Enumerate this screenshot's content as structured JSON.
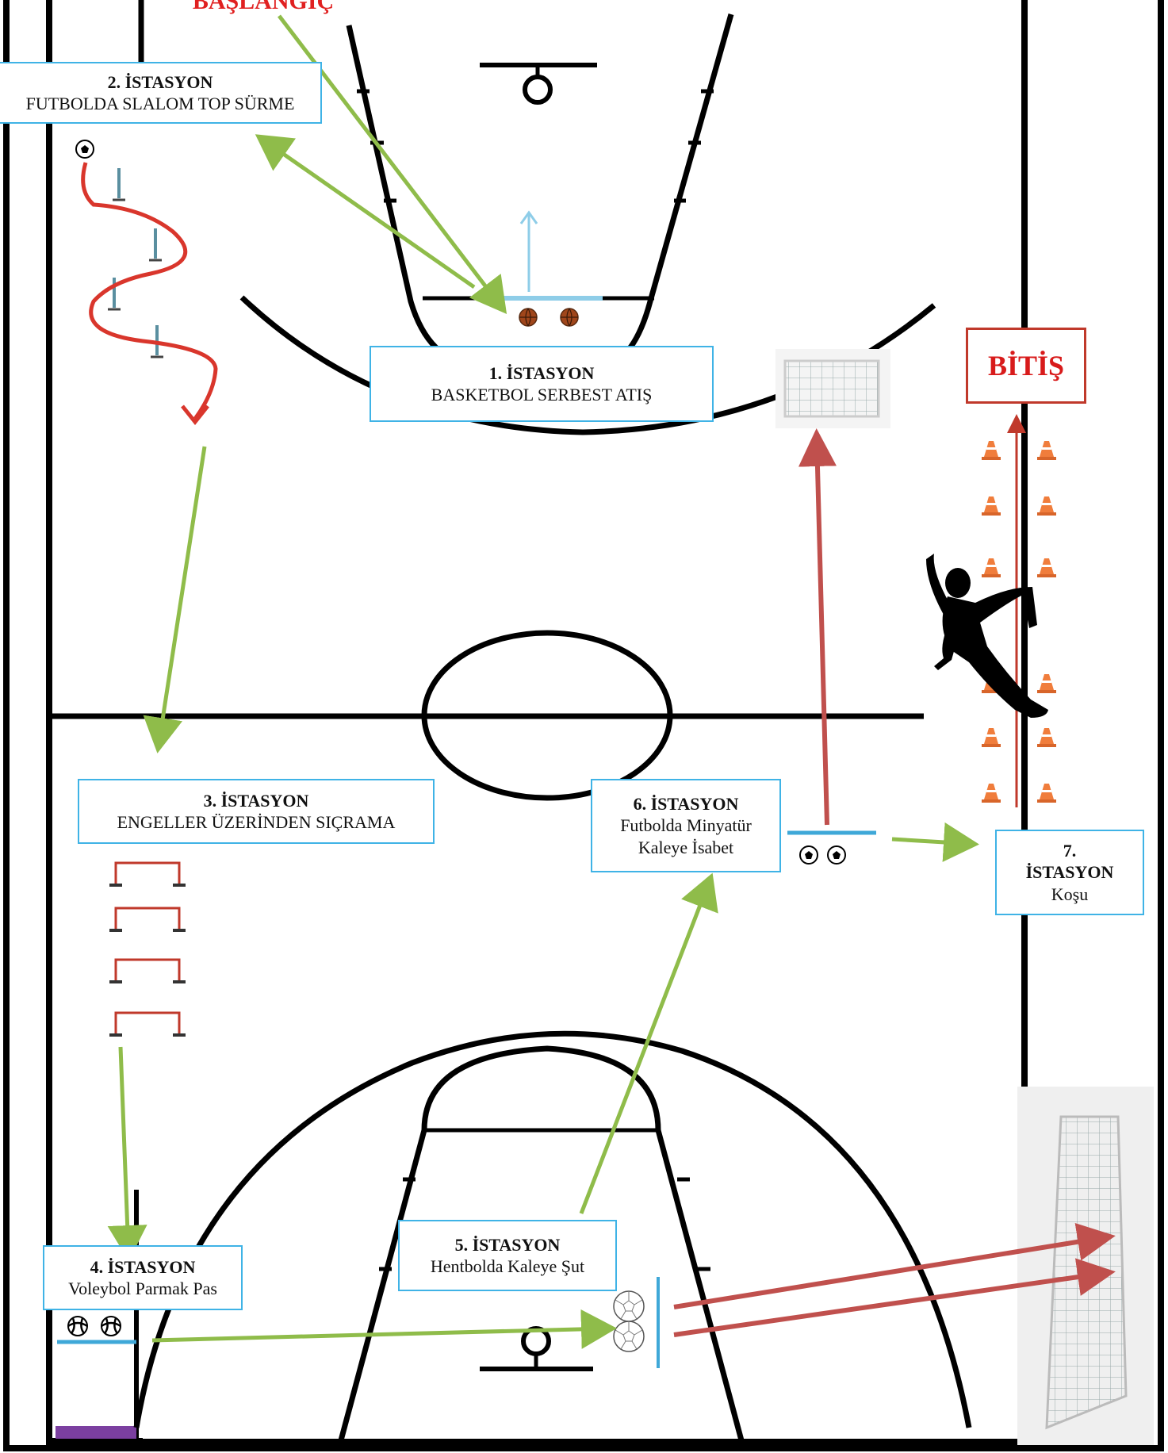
{
  "start_label": "BAŞLANGIÇ",
  "finish_label": "BİTİŞ",
  "stations": [
    {
      "title": "1. İSTASYON",
      "subtitle": "BASKETBOL SERBEST ATIŞ"
    },
    {
      "title": "2. İSTASYON",
      "subtitle": "FUTBOLDA SLALOM TOP SÜRME"
    },
    {
      "title": "3. İSTASYON",
      "subtitle": "ENGELLER ÜZERİNDEN SIÇRAMA"
    },
    {
      "title": "4. İSTASYON",
      "subtitle": "Voleybol Parmak Pas"
    },
    {
      "title": "5. İSTASYON",
      "subtitle": "Hentbolda Kaleye Şut"
    },
    {
      "title": "6. İSTASYON",
      "subtitle_line1": "Futbolda Minyatür",
      "subtitle_line2": "Kaleye İsabet"
    },
    {
      "title_line1": "7.",
      "title_line2": "İSTASYON",
      "subtitle": "Koşu"
    }
  ],
  "colors": {
    "court_line": "#000000",
    "box_border": "#3fb3e6",
    "flow_arrow": "#8fbc4a",
    "shot_arrow": "#c0504d",
    "start_text": "#e02020",
    "finish_border": "#c0392b",
    "slalom_path": "#d9362c",
    "hurdle": "#c0392b",
    "cone": "#f07d3c",
    "start_line": "#8ecde8",
    "baseline_marker": "#7b3fa0"
  },
  "icons": [
    "soccer-ball-icon",
    "basketball-icon",
    "volleyball-icon",
    "handball-icon",
    "cone-icon",
    "hurdle-icon",
    "goal-icon",
    "runner-icon"
  ]
}
